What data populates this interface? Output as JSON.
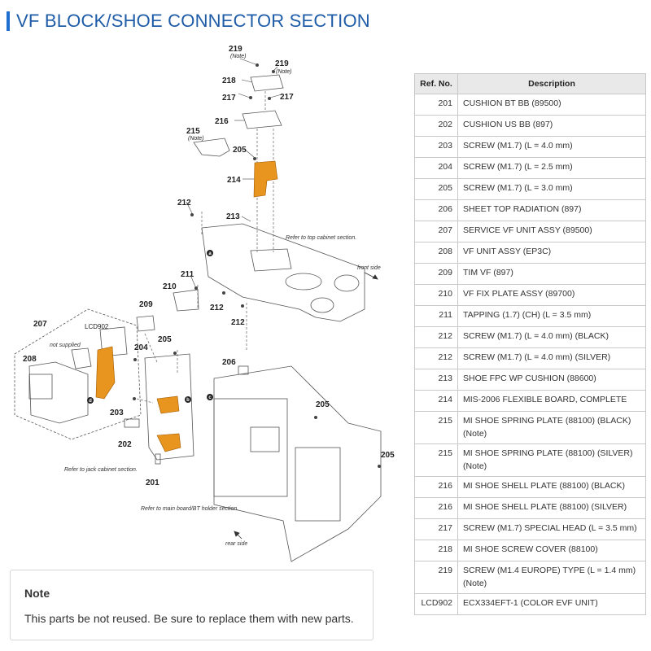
{
  "page": {
    "title": "VF BLOCK/SHOE CONNECTOR SECTION"
  },
  "diagram": {
    "callouts": {
      "c219a": "219",
      "c219a_note": "(Note)",
      "c219b": "219",
      "c219b_note": "(Note)",
      "c218": "218",
      "c217a": "217",
      "c217b": "217",
      "c216": "216",
      "c215": "215",
      "c215_note": "(Note)",
      "c205a": "205",
      "c214": "214",
      "c212a": "212",
      "c213": "213",
      "c211": "211",
      "c210": "210",
      "c212b": "212",
      "c212c": "212",
      "c209": "209",
      "c207": "207",
      "clcd": "LCD902",
      "c204": "204",
      "c205b": "205",
      "c206": "206",
      "c208": "208",
      "c203": "203",
      "c202": "202",
      "c201": "201",
      "c205c": "205",
      "c205d": "205"
    },
    "labels": {
      "top_cabinet": "Refer to top cabinet section.",
      "front_side": "front side",
      "not_supplied": "not supplied",
      "jack_cabinet": "Refer to jack cabinet section.",
      "main_board": "Refer to main board/BT holder section.",
      "rear_side": "rear side"
    },
    "markers": {
      "a": "a",
      "b": "b",
      "c": "c",
      "d": "d"
    },
    "colors": {
      "highlight": "#e8951f",
      "line": "#555555"
    }
  },
  "parts_table": {
    "headers": {
      "ref": "Ref. No.",
      "desc": "Description"
    },
    "rows": [
      {
        "ref": "201",
        "desc": "CUSHION BT BB (89500)"
      },
      {
        "ref": "202",
        "desc": "CUSHION US BB (897)"
      },
      {
        "ref": "203",
        "desc": "SCREW (M1.7) (L = 4.0 mm)"
      },
      {
        "ref": "204",
        "desc": "SCREW (M1.7) (L = 2.5 mm)"
      },
      {
        "ref": "205",
        "desc": "SCREW (M1.7) (L = 3.0 mm)"
      },
      {
        "ref": "206",
        "desc": "SHEET TOP RADIATION (897)"
      },
      {
        "ref": "207",
        "desc": "SERVICE VF UNIT ASSY (89500)"
      },
      {
        "ref": "208",
        "desc": "VF UNIT ASSY (EP3C)"
      },
      {
        "ref": "209",
        "desc": "TIM VF (897)"
      },
      {
        "ref": "210",
        "desc": "VF FIX PLATE ASSY (89700)"
      },
      {
        "ref": "211",
        "desc": "TAPPING (1.7) (CH) (L = 3.5 mm)"
      },
      {
        "ref": "212",
        "desc": "SCREW (M1.7) (L = 4.0 mm) (BLACK)"
      },
      {
        "ref": "212",
        "desc": "SCREW (M1.7) (L = 4.0 mm) (SILVER)"
      },
      {
        "ref": "213",
        "desc": "SHOE FPC WP CUSHION (88600)"
      },
      {
        "ref": "214",
        "desc": "MIS-2006 FLEXIBLE BOARD, COMPLETE"
      },
      {
        "ref": "215",
        "desc": "MI SHOE SPRING PLATE (88100) (BLACK) (Note)"
      },
      {
        "ref": "215",
        "desc": "MI SHOE SPRING PLATE (88100) (SILVER) (Note)"
      },
      {
        "ref": "216",
        "desc": "MI SHOE SHELL PLATE (88100) (BLACK)"
      },
      {
        "ref": "216",
        "desc": "MI SHOE SHELL PLATE (88100) (SILVER)"
      },
      {
        "ref": "217",
        "desc": "SCREW (M1.7) SPECIAL HEAD (L = 3.5 mm)"
      },
      {
        "ref": "218",
        "desc": "MI SHOE SCREW COVER (88100)"
      },
      {
        "ref": "219",
        "desc": "SCREW (M1.4 EUROPE) TYPE (L = 1.4 mm) (Note)"
      },
      {
        "ref": "LCD902",
        "desc": "ECX334EFT-1 (COLOR EVF UNIT)"
      }
    ]
  },
  "note": {
    "title": "Note",
    "text": "This parts be not reused. Be sure to replace them with new parts."
  }
}
